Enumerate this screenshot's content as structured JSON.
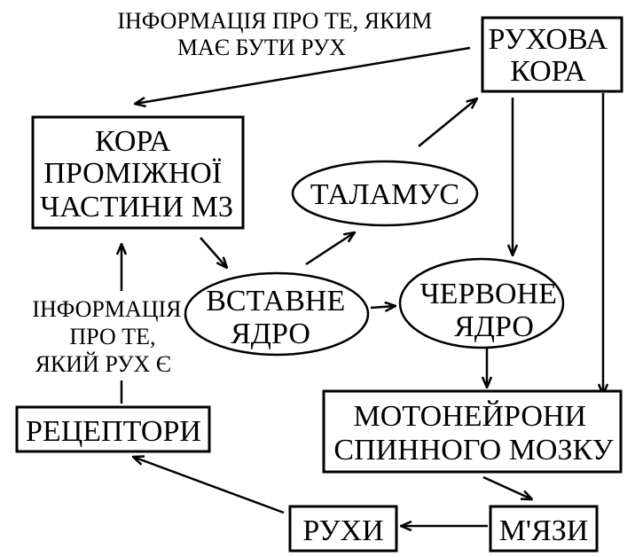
{
  "diagram": {
    "motor_cortex": [
      "РУХОВА",
      "КОРА"
    ],
    "intermediate_cortex": [
      "КОРА",
      "ПРОМІЖНОЇ",
      "ЧАСТИНИ М3"
    ],
    "thalamus": "ТАЛАМУС",
    "intercalated_nucleus": [
      "ВСТАВНЕ",
      "ЯДРО"
    ],
    "red_nucleus": [
      "ЧЕРВОНЕ",
      "ЯДРО"
    ],
    "motoneurons": [
      "МОТОНЕЙРОНИ",
      "СПИННОГО МОЗКУ"
    ],
    "receptors": "РЕЦЕПТОРИ",
    "movements": "РУХИ",
    "muscles": "М'ЯЗИ",
    "note_top": [
      "ІНФОРМАЦІЯ ПРО ТЕ, ЯКИМ",
      "МАЄ БУТИ РУХ"
    ],
    "note_left": [
      "ІНФОРМАЦІЯ",
      "ПРО ТЕ,",
      "ЯКИЙ РУХ Є"
    ]
  },
  "colors": {
    "stroke": "#000000",
    "background": "#ffffff"
  }
}
